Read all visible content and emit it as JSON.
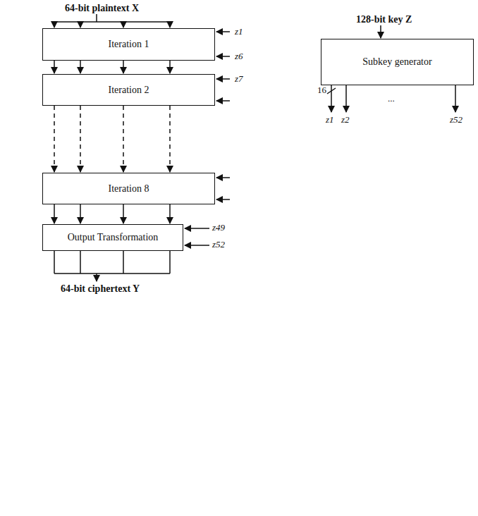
{
  "diagram": {
    "nodes": [
      {
        "text": [
          "Iteration 1"
        ]
      },
      {
        "text": [
          "Iteration 2"
        ]
      },
      {
        "text": [
          "Iteration 8"
        ]
      },
      {
        "text": [
          "Output Transformation"
        ]
      },
      {
        "text": [
          "Subkey generator"
        ]
      }
    ],
    "edges": [
      {
        "from": 0,
        "to": 1,
        "arrow": "to"
      },
      {
        "from": 0,
        "to": 1,
        "arrow": "to"
      },
      {
        "from": 0,
        "to": 1,
        "arrow": "to"
      },
      {
        "from": 0,
        "to": 1,
        "arrow": "to"
      },
      {
        "from": 1,
        "to": 2,
        "arrow": "to"
      },
      {
        "from": 1,
        "to": 2,
        "arrow": "to"
      },
      {
        "from": 1,
        "to": 2,
        "arrow": "to"
      },
      {
        "from": 1,
        "to": 2,
        "arrow": "to"
      },
      {
        "from": 2,
        "to": 3,
        "arrow": "to"
      },
      {
        "from": 2,
        "to": 3,
        "arrow": "to"
      },
      {
        "from": 2,
        "to": 3,
        "arrow": "to"
      },
      {
        "from": 2,
        "to": 3,
        "arrow": "to"
      }
    ],
    "labels": [
      "64-bit plaintext X",
      "128-bit key Z",
      "z1",
      "z6",
      "z7",
      "z49",
      "z52",
      "16",
      "z1",
      "z2",
      "...",
      "z52",
      "64-bit ciphertext Y"
    ]
  }
}
